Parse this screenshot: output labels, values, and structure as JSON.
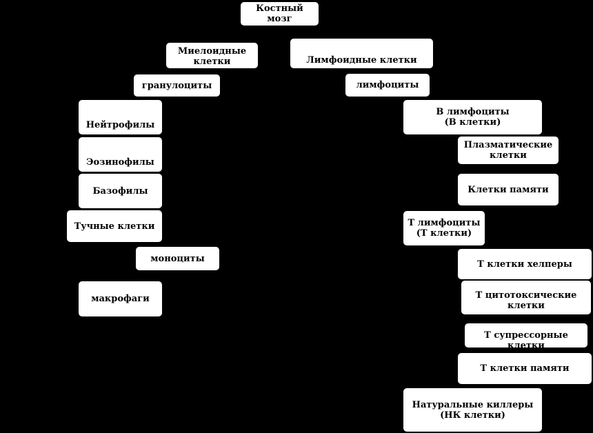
{
  "root": "Костный мозг",
  "myeloid": {
    "title": "Миелоидные\nклетки",
    "granulocytes": "гранулоциты",
    "neutrophils": "Нейтрофилы",
    "eosinophils": "Эозинофилы",
    "basophils": "Базофилы",
    "mast_cells": "Тучные клетки",
    "monocytes": "моноциты",
    "macrophages": "макрофаги"
  },
  "lymphoid": {
    "title": "Лимфоидные клетки",
    "lymphocytes": "лимфоциты",
    "b_lymphocytes": "В лимфоциты\n(В клетки)",
    "plasma_cells": "Плазматические\nклетки",
    "b_memory_cells": "Клетки памяти",
    "t_lymphocytes": "Т лимфоциты\n(Т клетки)",
    "t_helpers": "Т клетки хелперы",
    "t_cytotoxic": "Т цитотоксические\nклетки",
    "t_suppressors": "Т супрессорные\nклетки",
    "t_memory_cells": "Т клетки памяти",
    "nk_cells": "Натуральные киллеры\n(НК клетки)"
  }
}
